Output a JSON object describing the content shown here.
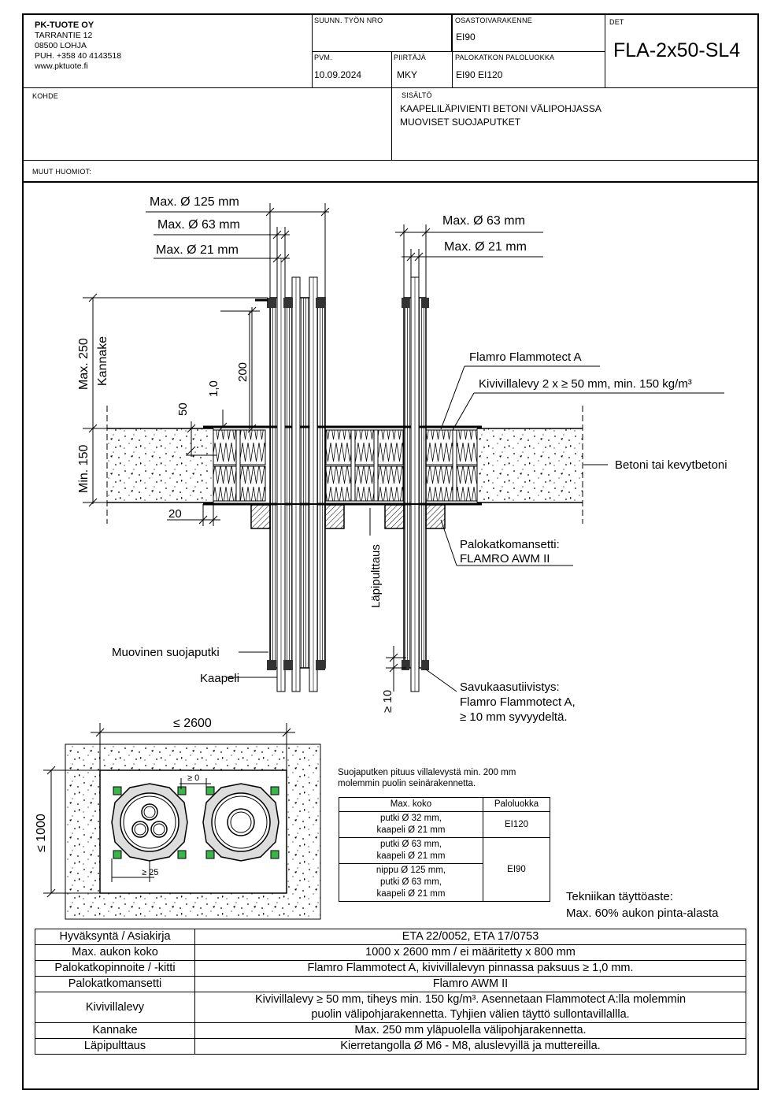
{
  "company": {
    "name": "PK-TUOTE OY",
    "street": "TARRANTIE 12",
    "city": "08500 LOHJA",
    "phone": "PUH. +358 40 4143518",
    "web": "www.pktuote.fi"
  },
  "title_block": {
    "work_no_label": "SUUNN. TYÖN NRO",
    "work_no_value": "",
    "assembly_label": "OSASTOIVARAKENNE",
    "assembly_value": "EI90",
    "det_label": "DET",
    "det_value": "FLA-2x50-SL4",
    "date_label": "PVM.",
    "date_value": "10.09.2024",
    "drawer_label": "PIIRTÄJÄ",
    "drawer_value": "MKY",
    "fire_class_label": "PALOKATKON PALOLUOKKA",
    "fire_class_value": "EI90 EI120",
    "target_label": "KOHDE",
    "target_value": "",
    "content_label": "SISÄLTÖ",
    "content_line1": "KAAPELILÄPIVIENTI BETONI VÄLIPOHJASSA",
    "content_line2": "MUOVISET SUOJAPUTKET",
    "notes_label": "MUUT HUOMIOT:"
  },
  "section": {
    "dim_125": "Max. Ø 125 mm",
    "dim_63_left": "Max. Ø 63 mm",
    "dim_21_left": "Max. Ø 21 mm",
    "dim_63_right": "Max. Ø 63 mm",
    "dim_21_right": "Max. Ø 21 mm",
    "dim_max250": "Max. 250",
    "kannake": "Kannake",
    "dim_200": "200",
    "dim_10": "1,0",
    "dim_50": "50",
    "dim_min150": "Min. 150",
    "dim_20": "20",
    "flammotect": "Flamro Flammotect A",
    "kivivilla": "Kivivillalevy 2 x ≥ 50 mm, min. 150 kg/m³",
    "betoni": "Betoni tai kevytbetoni",
    "collar_line1": "Palokatkomansetti:",
    "collar_line2": "FLAMRO AWM II",
    "lapipulttaus": "Läpipulttaus",
    "suojaputki": "Muovinen suojaputki",
    "kaapeli": "Kaapeli",
    "dim_ge10": "≥ 10",
    "smoke_line1": "Savukaasutiivistys:",
    "smoke_line2": "Flamro Flammotect A,",
    "smoke_line3": "≥ 10 mm syvyydeltä."
  },
  "plan": {
    "dim_2600": "≤ 2600",
    "dim_1000": "≤ 1000",
    "dim_ge0": "≥ 0",
    "dim_ge25": "≥ 25"
  },
  "notes": {
    "pipe_length_line1": "Suojaputken pituus villalevystä min. 200 mm",
    "pipe_length_line2": "molemmin puolin seinärakennetta.",
    "fill_line1": "Tekniikan täyttöaste:",
    "fill_line2": "Max. 60% aukon pinta-alasta"
  },
  "size_table": {
    "head_size": "Max. koko",
    "head_class": "Paloluokka",
    "row1_line1": "putki Ø 32 mm,",
    "row1_line2": "kaapeli Ø 21 mm",
    "row1_class": "EI120",
    "row2_line1": "putki Ø 63 mm,",
    "row2_line2": "kaapeli Ø 21 mm",
    "row3_line1": "nippu Ø 125 mm,",
    "row3_line2": "putki Ø 63 mm,",
    "row3_line3": "kaapeli Ø 21 mm",
    "row23_class": "EI90"
  },
  "spec_table": [
    {
      "key": "Hyväksyntä / Asiakirja",
      "value": "ETA 22/0052, ETA 17/0753"
    },
    {
      "key": "Max. aukon koko",
      "value": "1000 x 2600 mm / ei määritetty x 800 mm"
    },
    {
      "key": "Palokatkopinnoite / -kitti",
      "value": "Flamro Flammotect A, kivivillalevyn pinnassa paksuus ≥ 1,0 mm."
    },
    {
      "key": "Palokatkomansetti",
      "value": "Flamro AWM II"
    },
    {
      "key": "Kivivillalevy",
      "value": "Kivivillalevy ≥ 50 mm, tiheys min. 150 kg/m³. Asennetaan Flammotect A:lla molemmin",
      "value2": "puolin välipohjarakennetta. Tyhjien välien täyttö sullontavillallla."
    },
    {
      "key": "Kannake",
      "value": "Max. 250 mm yläpuolella välipohjarakennetta."
    },
    {
      "key": "Läpipulttaus",
      "value": "Kierretangolla Ø M6 - M8, aluslevyillä ja muttereilla."
    }
  ]
}
